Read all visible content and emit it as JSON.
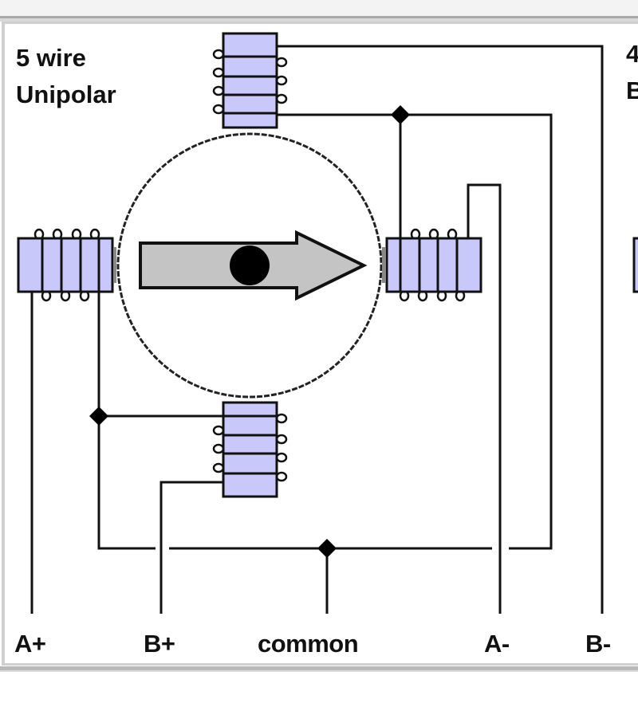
{
  "diagram": {
    "title_line1": "5 wire",
    "title_line2": "Unipolar",
    "wire_labels": {
      "a_plus": "A+",
      "b_plus": "B+",
      "common": "common",
      "a_minus": "A-",
      "b_minus": "B-"
    },
    "next_panel_partial": {
      "line1": "4",
      "line2": "B"
    },
    "colors": {
      "coil_fill": "#c8c8fb",
      "rotor_arrow_fill": "#c4c4c4",
      "wire": "#111111",
      "panel_border": "#cfcfcf"
    }
  }
}
